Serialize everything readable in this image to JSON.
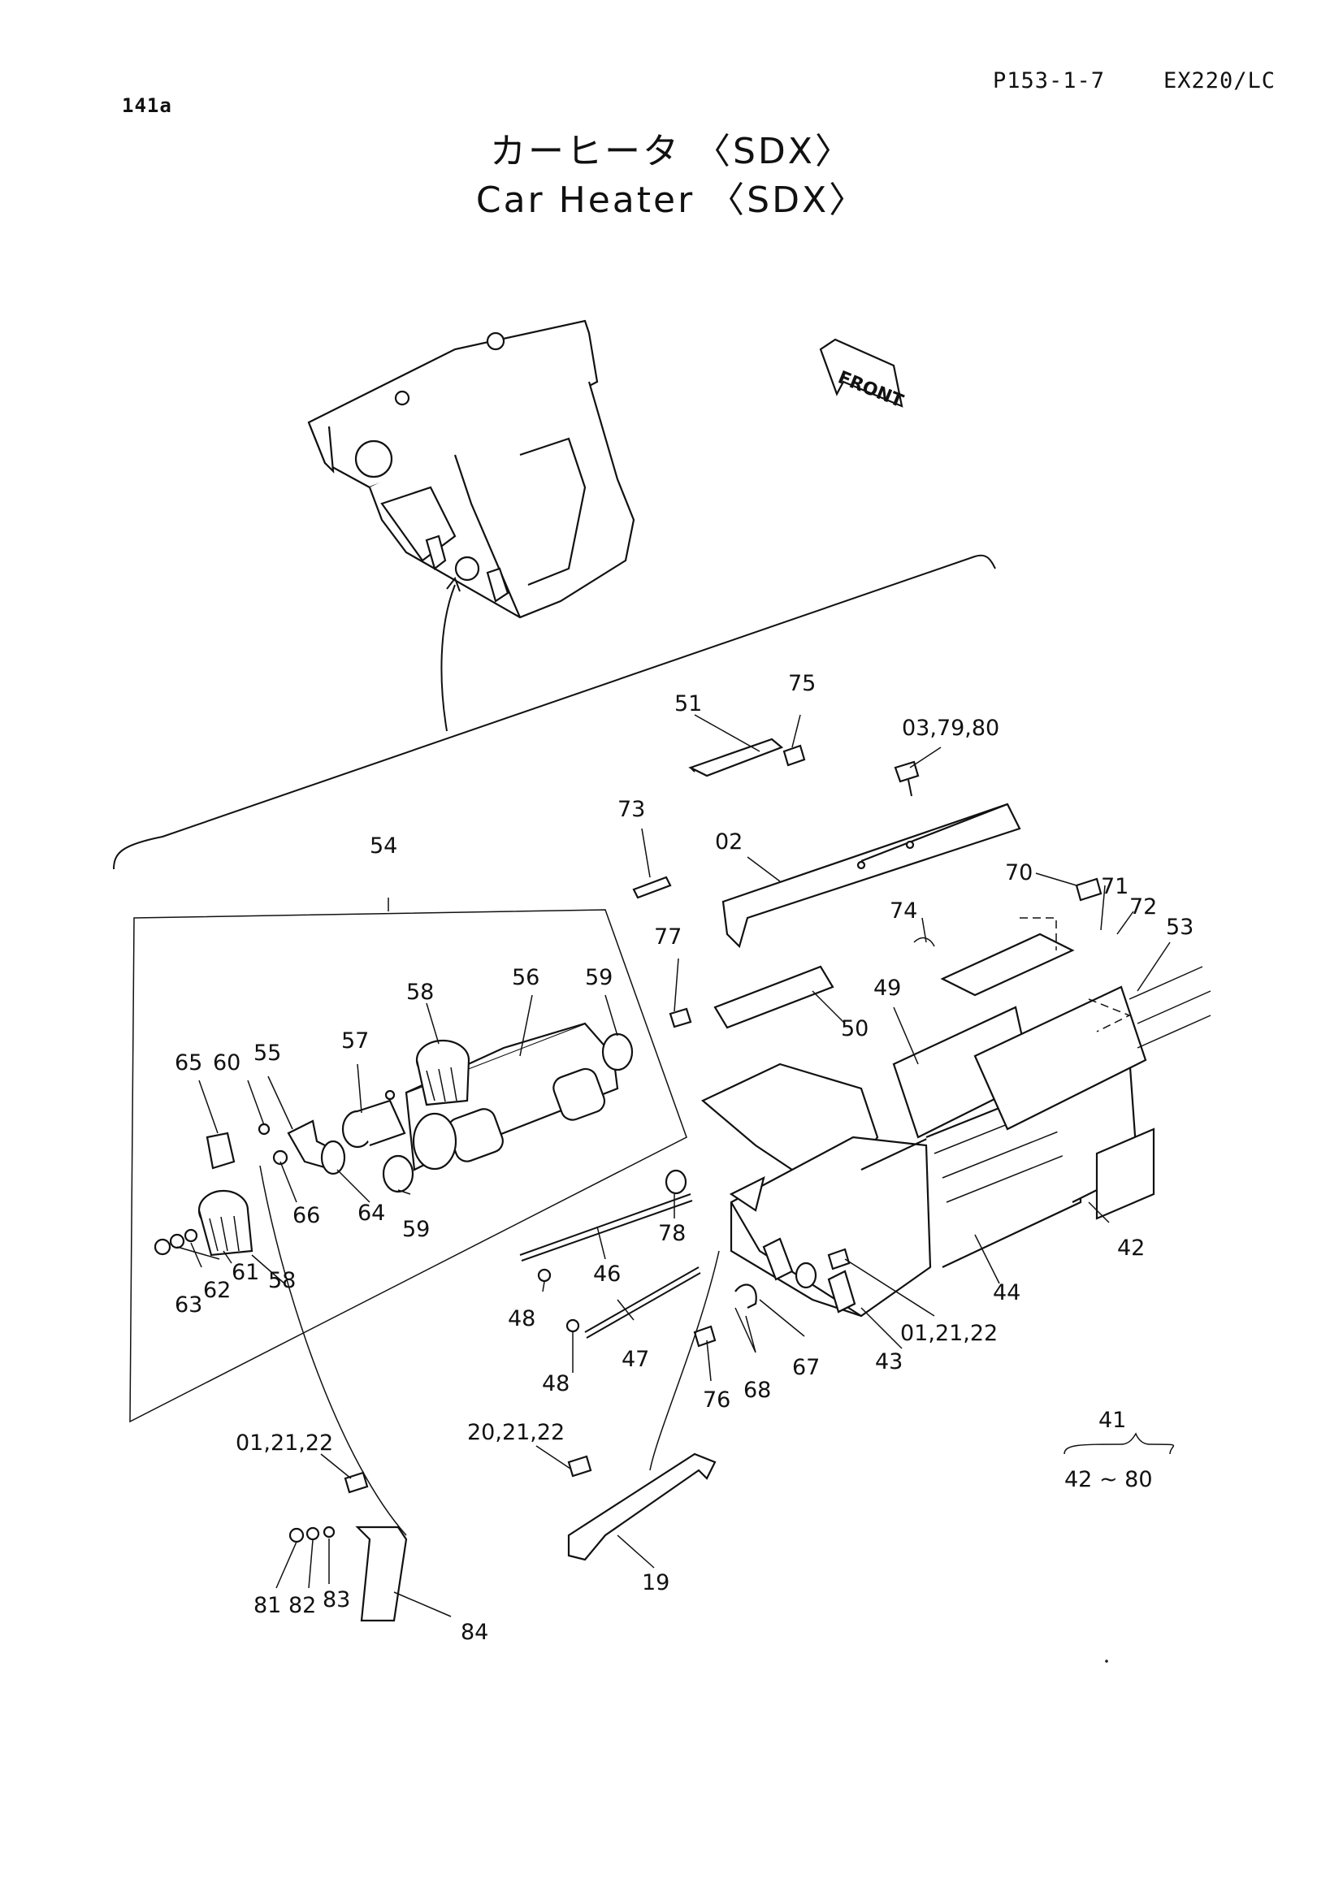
{
  "header": {
    "page_number": "141a",
    "page_code": "P153-1-7",
    "model": "EX220/LC"
  },
  "title": {
    "japanese": "カーヒータ 〈SDX〉",
    "english": "Car Heater 〈SDX〉"
  },
  "front_arrow_label": "FRONT",
  "callouts": {
    "c51": "51",
    "c75": "75",
    "c03_79_80": "03,79,80",
    "c73": "73",
    "c02": "02",
    "c54": "54",
    "c70": "70",
    "c71": "71",
    "c72": "72",
    "c53": "53",
    "c74": "74",
    "c77": "77",
    "c49": "49",
    "c50": "50",
    "c56": "56",
    "c59a": "59",
    "c58a": "58",
    "c57": "57",
    "c65": "65",
    "c60": "60",
    "c55": "55",
    "c66": "66",
    "c64": "64",
    "c59b": "59",
    "c78": "78",
    "c42": "42",
    "c61": "61",
    "c58b": "58",
    "c62": "62",
    "c63": "63",
    "c46": "46",
    "c44": "44",
    "c48a": "48",
    "c01_21_22a": "01,21,22",
    "c47": "47",
    "c67": "67",
    "c43": "43",
    "c68": "68",
    "c76": "76",
    "c48b": "48",
    "c41": "41",
    "c42_80": "42 ~ 80",
    "c01_21_22b": "01,21,22",
    "c20_21_22": "20,21,22",
    "c81": "81",
    "c82": "82",
    "c83": "83",
    "c19": "19",
    "c84": "84"
  }
}
